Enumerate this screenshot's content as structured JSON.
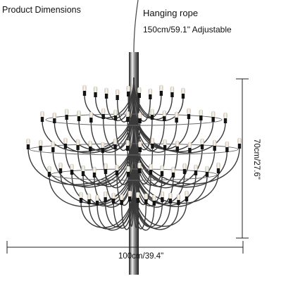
{
  "labels": {
    "title": "Product Dimensions",
    "rope_label": "Hanging rope",
    "rope_length": "150cm/59.1\" Adjustable",
    "width": "100cm/39.4\"",
    "height": "70cm/27.6\""
  },
  "colors": {
    "text": "#111111",
    "chrome_dark": "#2b2b2b",
    "chrome_light": "#e8e8e8",
    "bulb": "#f4ece0",
    "socket": "#141414",
    "dimension_line": "#222222"
  },
  "product": {
    "type": "chandelier-icon",
    "tiers": 5
  }
}
